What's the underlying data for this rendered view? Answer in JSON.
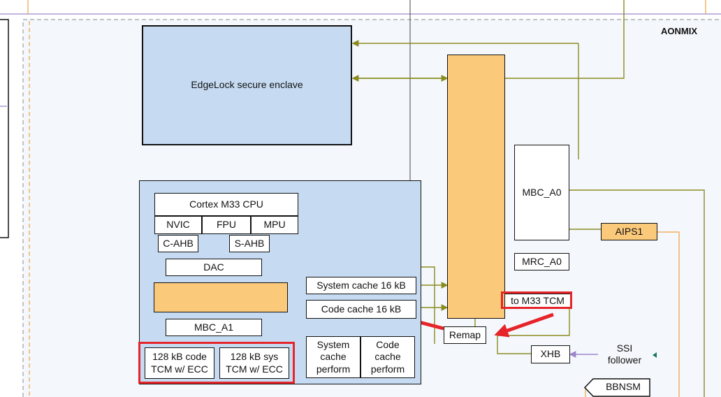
{
  "diagram": {
    "region_label": "AONMIX",
    "edgelock": "EdgeLock secure enclave",
    "cortex_cpu": "Cortex M33 CPU",
    "nvic": "NVIC",
    "fpu": "FPU",
    "mpu": "MPU",
    "c_ahb": "C-AHB",
    "s_ahb": "S-AHB",
    "dac": "DAC",
    "mbc_a1": "MBC_A1",
    "tcm_code": "128 kB code\nTCM w/ ECC",
    "tcm_sys": "128 kB sys\nTCM w/ ECC",
    "system_cache": "System cache 16 kB",
    "code_cache": "Code cache 16 kB",
    "sys_cache_perf": "System\ncache\nperform",
    "code_cache_perf": "Code\ncache\nperform",
    "mbc_a0": "MBC_A0",
    "mrc_a0": "MRC_A0",
    "aips1": "AIPS1",
    "to_m33_tcm": "to M33 TCM",
    "remap": "Remap",
    "xhb": "XHB",
    "ssi_follower": "SSI\nfollower",
    "bbnsm": "BBNSM"
  },
  "colors": {
    "block_blue": "#c6dbf2",
    "block_orange": "#fbc97a",
    "wire_olive": "#8b8b1e",
    "wire_orange": "#f0a040",
    "highlight_red": "#e5252a",
    "border_purple": "#9b86c9"
  }
}
